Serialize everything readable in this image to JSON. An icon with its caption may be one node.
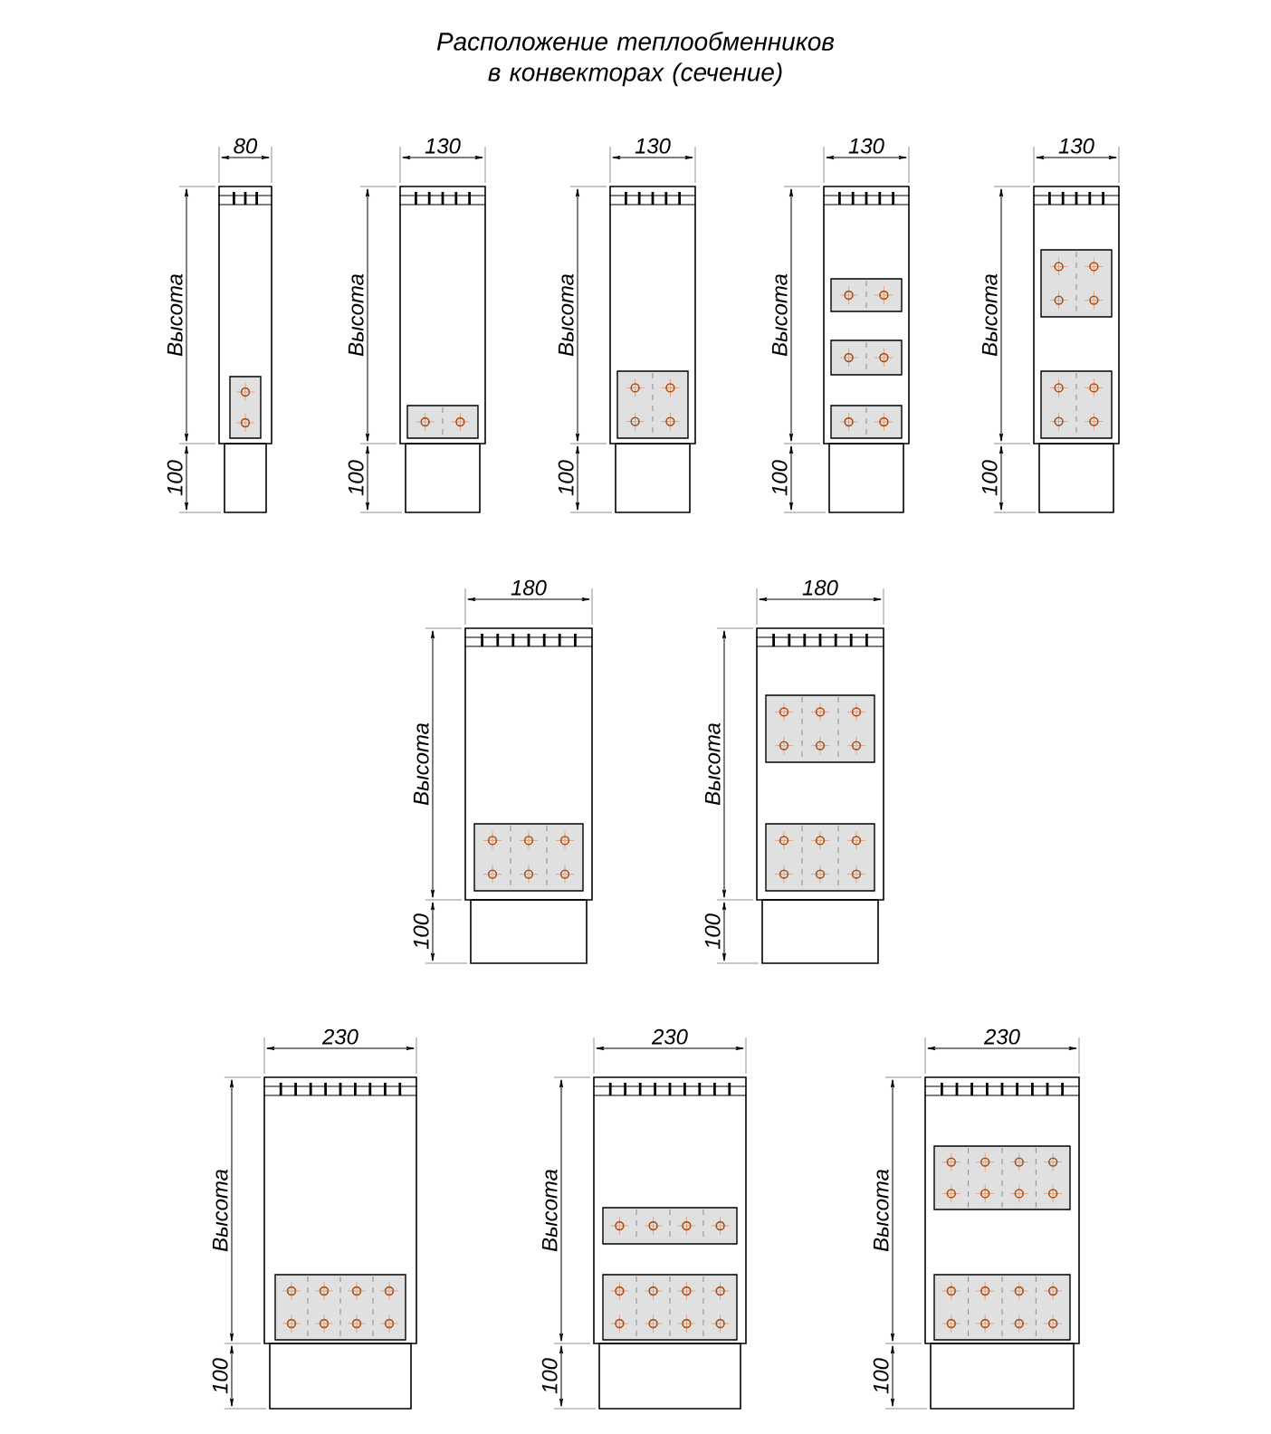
{
  "diagram": {
    "title": "Расположение теплообменников в конвекторах (сечение)",
    "labels": [
      "80",
      "Высота",
      "100",
      "130",
      "Высота",
      "100",
      "130",
      "Высота",
      "100",
      "130",
      "Высота",
      "100",
      "130",
      "Высота",
      "100",
      "180",
      "Высота",
      "100",
      "180",
      "Высота",
      "100",
      "230",
      "Высота",
      "100",
      "230",
      "Высота",
      "100",
      "230",
      "Высота",
      "100"
    ]
  }
}
